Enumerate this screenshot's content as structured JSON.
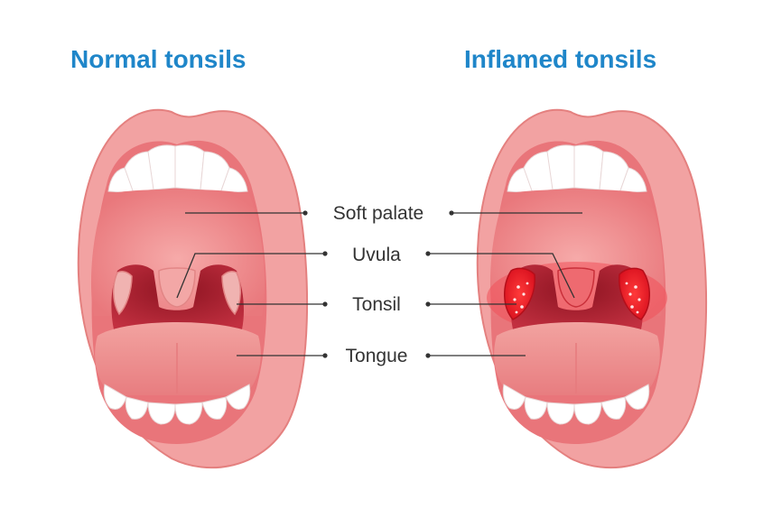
{
  "titles": {
    "normal": "Normal tonsils",
    "inflamed": "Inflamed tonsils"
  },
  "labels": {
    "soft_palate": "Soft palate",
    "uvula": "Uvula",
    "tonsil": "Tonsil",
    "tongue": "Tongue"
  },
  "colors": {
    "title": "#1f86c9",
    "lip": "#f2a2a2",
    "lip_edge": "#e4807f",
    "mouth_inner": "#e9757a",
    "palate": "#f0898c",
    "throat": "#a81c2c",
    "tongue": "#ee8e8e",
    "teeth": "#ffffff",
    "inflamed": "#e4202a",
    "leader": "#333333"
  }
}
